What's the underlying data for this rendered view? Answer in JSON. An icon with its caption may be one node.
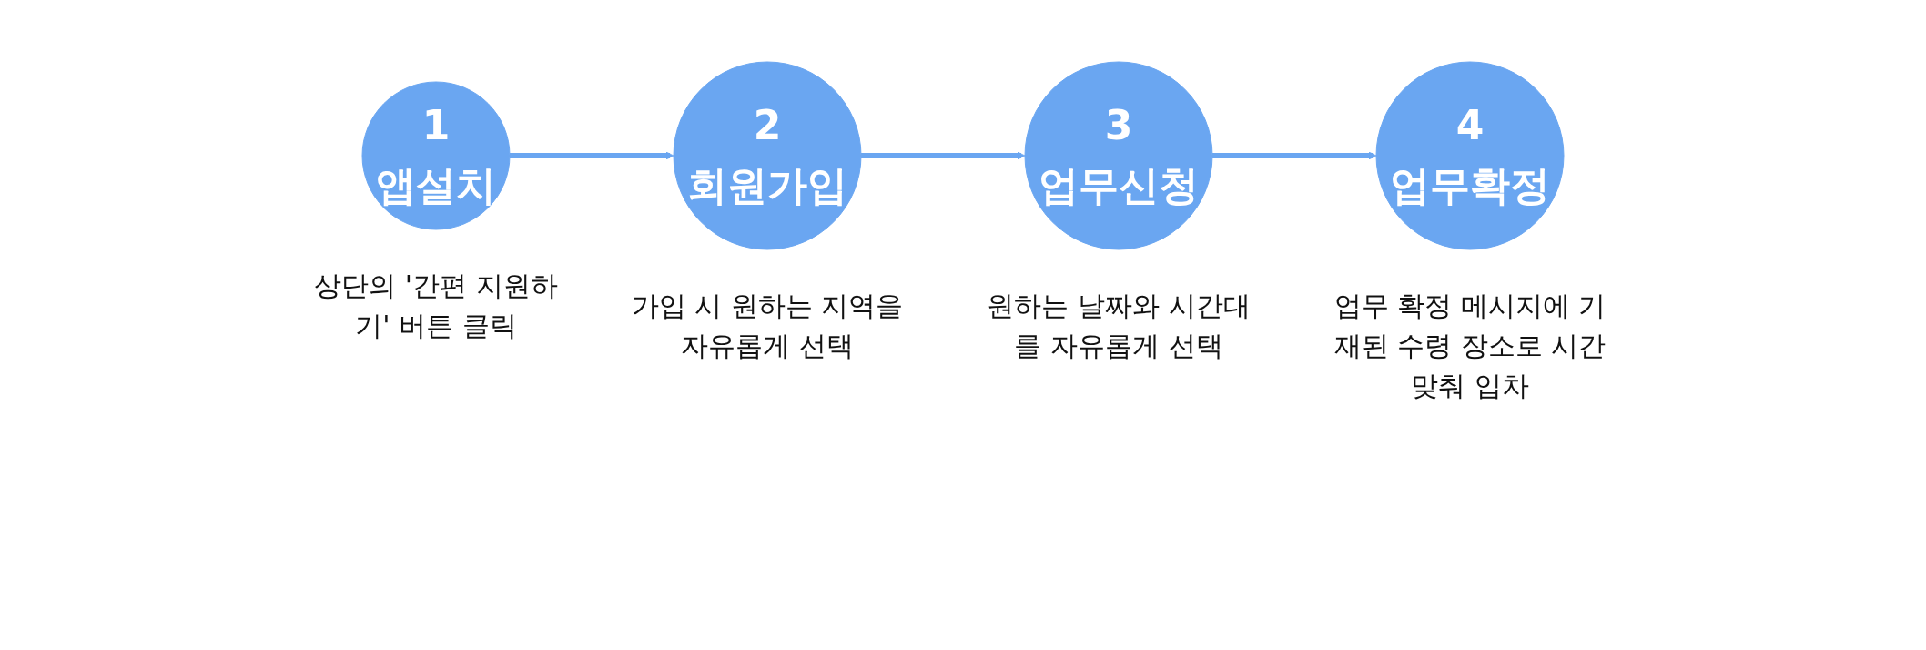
{
  "diagram": {
    "nodes": [
      {
        "text": [
          "1",
          "앱설치"
        ],
        "beside": [
          "상단의 '간편 지원하기' 버튼 클릭"
        ]
      },
      {
        "text": [
          "2",
          "회원가입"
        ],
        "beside": [
          "가입 시 원하는 지역을 자유롭게 선택"
        ]
      },
      {
        "text": [
          "3",
          "업무신청"
        ],
        "beside": [
          "원하는 날짜와 시간대를 자유롭게 선택"
        ]
      },
      {
        "text": [
          "4",
          "업무확정"
        ],
        "beside": [
          "업무 확정 메시지에 기재된 수령 장소로 시간 맞춰 입차"
        ]
      }
    ],
    "edges": [
      {
        "from": 0,
        "to": 1,
        "arrow": "to"
      },
      {
        "from": 1,
        "to": 2,
        "arrow": "to"
      },
      {
        "from": 2,
        "to": 3,
        "arrow": "to"
      }
    ]
  }
}
